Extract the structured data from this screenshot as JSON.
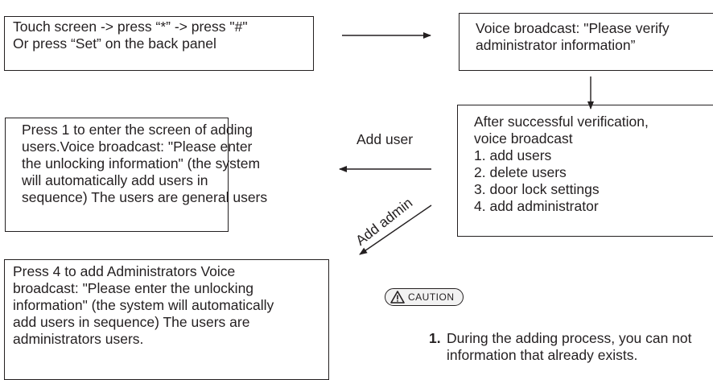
{
  "boxes": {
    "start": {
      "lines": [
        "Touch screen -> press “*” -> press \"#\"",
        "Or press  “Set”  on the back panel"
      ]
    },
    "verify": {
      "lines": [
        "Voice broadcast: \"Please verify",
        "administrator information”"
      ]
    },
    "menu": {
      "lines": [
        "After successful verification,",
        "voice broadcast",
        "1. add users",
        "2. delete users",
        "3. door lock settings",
        "4. add administrator"
      ]
    },
    "add_user": {
      "lines": [
        "Press 1 to enter the screen of adding",
        "users.Voice broadcast: \"Please enter",
        "the unlocking information\" (the system",
        "will automatically add users in",
        "sequence) The users are general users"
      ]
    },
    "add_admin": {
      "lines": [
        "Press 4 to add Administrators Voice",
        "broadcast: \"Please enter the unlocking",
        "information\" (the system will automatically",
        "add users in sequence) The users are",
        "administrators users."
      ]
    }
  },
  "edges": {
    "add_user_label": "Add user",
    "add_admin_label": "Add admin"
  },
  "caution": {
    "badge_label": "CAUTION",
    "icon": "warning-triangle-icon",
    "item_number": "1.",
    "item_lines": [
      "During the adding process, you can not",
      "information that already exists."
    ]
  }
}
